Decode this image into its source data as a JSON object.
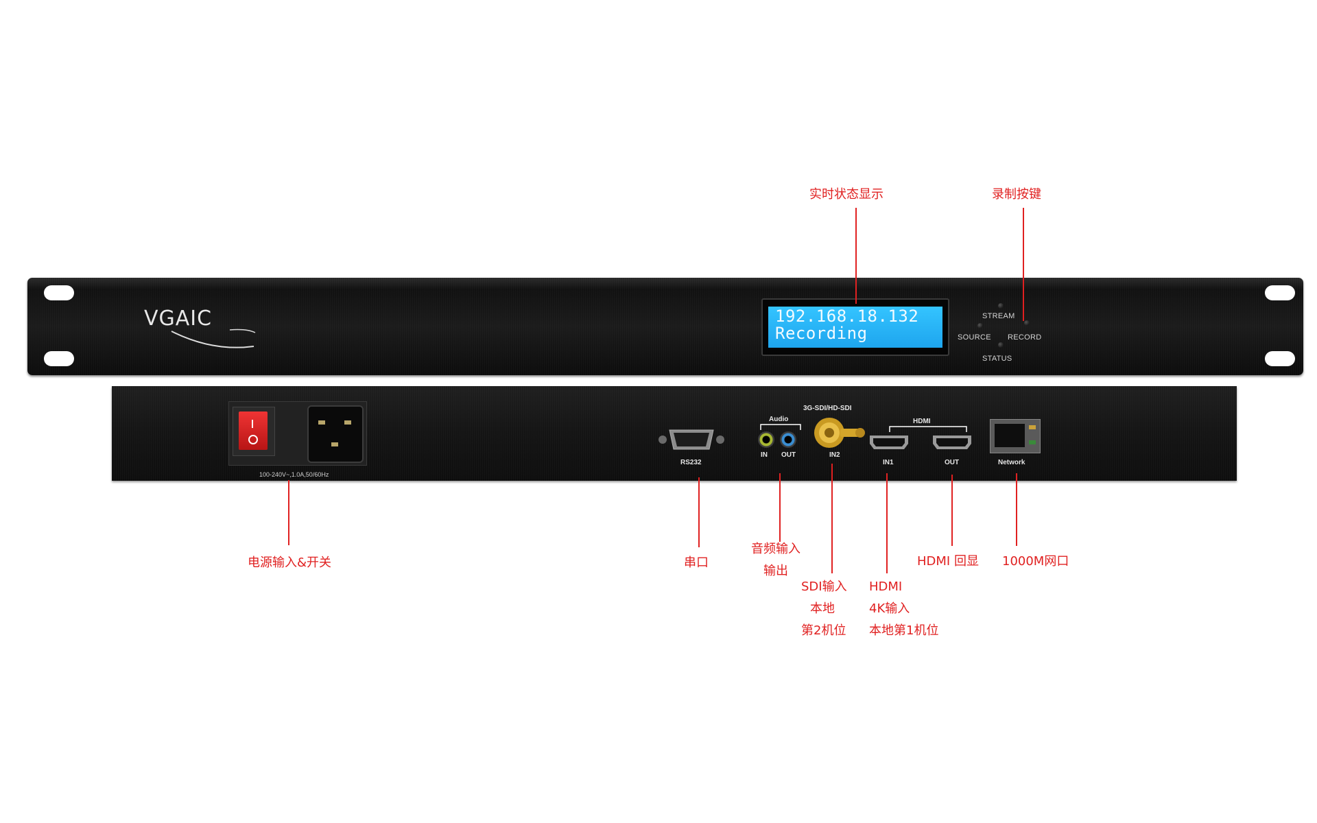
{
  "front": {
    "logo": "VGAIC",
    "lcd_line1": "192.168.18.132",
    "lcd_line2": "Recording",
    "stream_label": "STREAM",
    "source_label": "SOURCE",
    "record_label": "RECORD",
    "status_label": "STATUS"
  },
  "rear": {
    "power_rating": "100-240V~,1.0A,50/60Hz",
    "rs232_label": "RS232",
    "audio_label": "Audio",
    "audio_in_label": "IN",
    "audio_out_label": "OUT",
    "sdi_label": "3G-SDI/HD-SDI",
    "sdi_in_label": "IN2",
    "hdmi_label": "HDMI",
    "hdmi_in_label": "IN1",
    "hdmi_out_label": "OUT",
    "network_label": "Network"
  },
  "annotations": {
    "lcd": "实时状态显示",
    "record_button": "录制按键",
    "power": "电源输入&开关",
    "serial": "串口",
    "audio": [
      "音频输入",
      "输出"
    ],
    "sdi": [
      "SDI输入",
      "本地",
      "第2机位"
    ],
    "hdmi_in": [
      "HDMI",
      "4K输入",
      "本地第1机位"
    ],
    "hdmi_out": "HDMI 回显",
    "network": "1000M网口"
  },
  "colors": {
    "annotation": "#e02020",
    "lcd_background": "#2ab4f8",
    "chassis": "#151515",
    "power_switch": "#d81e1e",
    "sdi_connector": "#d4a52a"
  }
}
